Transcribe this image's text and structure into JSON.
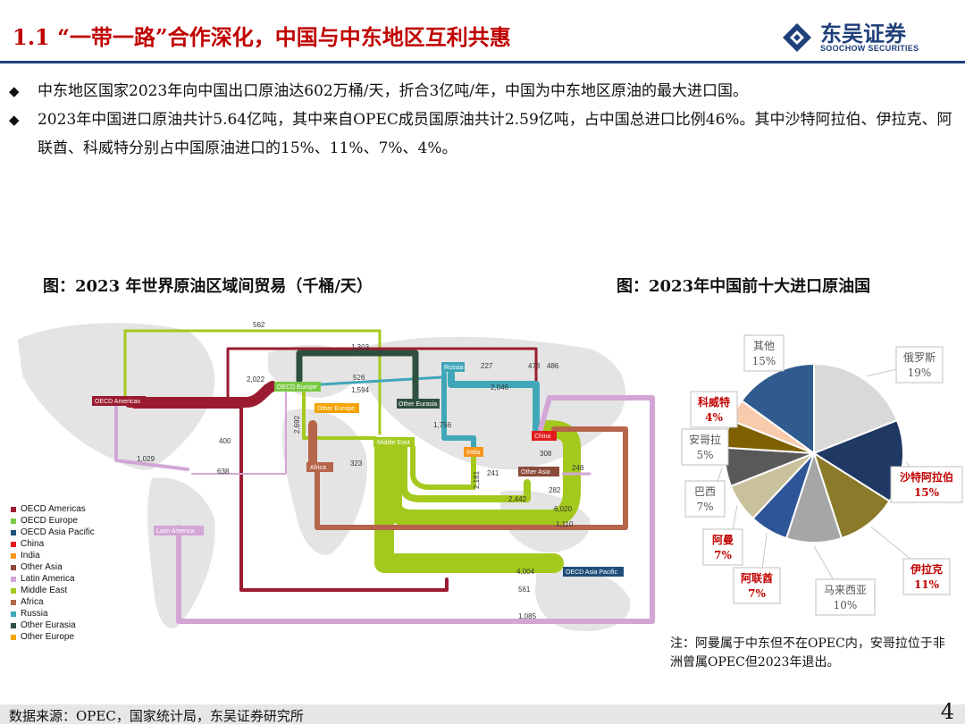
{
  "header": {
    "title": "1.1 “一带一路”合作深化，中国与中东地区互利共惠",
    "logo_cn": "东吴证券",
    "logo_en": "SOOCHOW SECURITIES"
  },
  "bullets": [
    "中东地区国家2023年向中国出口原油达602万桶/天，折合3亿吨/年，中国为中东地区原油的最大进口国。",
    "2023年中国进口原油共计5.64亿吨，其中来自OPEC成员国原油共计2.59亿吨，占中国总进口比例46%。其中沙特阿拉伯、伊拉克、阿联酋、科威特分别占中国原油进口的15%、11%、7%、4%。"
  ],
  "map_figure": {
    "caption": "图：2023 年世界原油区域间贸易（千桶/天）",
    "regions": {
      "oecd_americas": "OECD Americas",
      "oecd_europe": "OECD Europe",
      "russia": "Russia",
      "other_eurasia": "Other Eurasia",
      "other_europe": "Other Europe",
      "middle_east": "Middle East",
      "india": "India",
      "china": "China",
      "other_asia": "Other Asia",
      "africa": "Africa",
      "latin_america": "Latin America",
      "oecd_asia_pacific": "OECD Asia Pacific"
    },
    "flow_labels": {
      "f562": "562",
      "f1303": "1,303",
      "f2022": "2,022",
      "f526": "526",
      "f1594": "1,594",
      "f227": "227",
      "f473": "473",
      "f486": "486",
      "f2046": "2,046",
      "f1756": "1,756",
      "f400": "400",
      "f1029": "1,029",
      "f638": "638",
      "f323": "323",
      "f2181": "2,181",
      "f241": "241",
      "f308": "308",
      "f248": "248",
      "f282": "282",
      "f2442": "2,442",
      "f6020": "6,020",
      "f1110": "1,110",
      "f4004": "4,004",
      "f561": "561",
      "f1085": "1,085",
      "f2692": "2,692"
    },
    "legend": [
      {
        "label": "OECD Americas",
        "color": "#9b1b30"
      },
      {
        "label": "OECD Europe",
        "color": "#7ac943"
      },
      {
        "label": "OECD Asia Pacific",
        "color": "#1f4e79"
      },
      {
        "label": "China",
        "color": "#e31a1c"
      },
      {
        "label": "India",
        "color": "#f7941d"
      },
      {
        "label": "Other Asia",
        "color": "#8b4a3a"
      },
      {
        "label": "Latin America",
        "color": "#d3a6d6"
      },
      {
        "label": "Middle East",
        "color": "#a4c91d"
      },
      {
        "label": "Africa",
        "color": "#b5654a"
      },
      {
        "label": "Russia",
        "color": "#3fa7b8"
      },
      {
        "label": "Other Eurasia",
        "color": "#2f4f3f"
      },
      {
        "label": "Other Europe",
        "color": "#f4a300"
      }
    ]
  },
  "pie_figure": {
    "caption": "图：2023年中国前十大进口原油国",
    "slices": [
      {
        "name": "俄罗斯",
        "pct": "19%",
        "value": 19,
        "color": "#d9d9d9",
        "highlight": false
      },
      {
        "name": "沙特阿拉伯",
        "pct": "15%",
        "value": 15,
        "color": "#1f3864",
        "highlight": true
      },
      {
        "name": "伊拉克",
        "pct": "11%",
        "value": 11,
        "color": "#8a7a2a",
        "highlight": true
      },
      {
        "name": "马来西亚",
        "pct": "10%",
        "value": 10,
        "color": "#a6a6a6",
        "highlight": false
      },
      {
        "name": "阿联酋",
        "pct": "7%",
        "value": 7,
        "color": "#2e5597",
        "highlight": true
      },
      {
        "name": "阿曼",
        "pct": "7%",
        "value": 7,
        "color": "#c9c19b",
        "highlight": true
      },
      {
        "name": "巴西",
        "pct": "7%",
        "value": 7,
        "color": "#595959",
        "highlight": false
      },
      {
        "name": "安哥拉",
        "pct": "5%",
        "value": 5,
        "color": "#7f6000",
        "highlight": false
      },
      {
        "name": "科威特",
        "pct": "4%",
        "value": 4,
        "color": "#f8cbad",
        "highlight": true
      },
      {
        "name": "其他",
        "pct": "15%",
        "value": 15,
        "color": "#2f5b8f",
        "highlight": false
      }
    ]
  },
  "chart_data": {
    "type": "pie",
    "title": "图：2023年中国前十大进口原油国",
    "categories": [
      "俄罗斯",
      "沙特阿拉伯",
      "伊拉克",
      "马来西亚",
      "阿联酋",
      "阿曼",
      "巴西",
      "安哥拉",
      "科威特",
      "其他"
    ],
    "values": [
      19,
      15,
      11,
      10,
      7,
      7,
      7,
      5,
      4,
      15
    ]
  },
  "note": "注：阿曼属于中东但不在OPEC内，安哥拉位于非洲曾属OPEC但2023年退出。",
  "footer": {
    "source": "数据来源：OPEC，国家统计局，东吴证券研究所",
    "page": "4"
  }
}
